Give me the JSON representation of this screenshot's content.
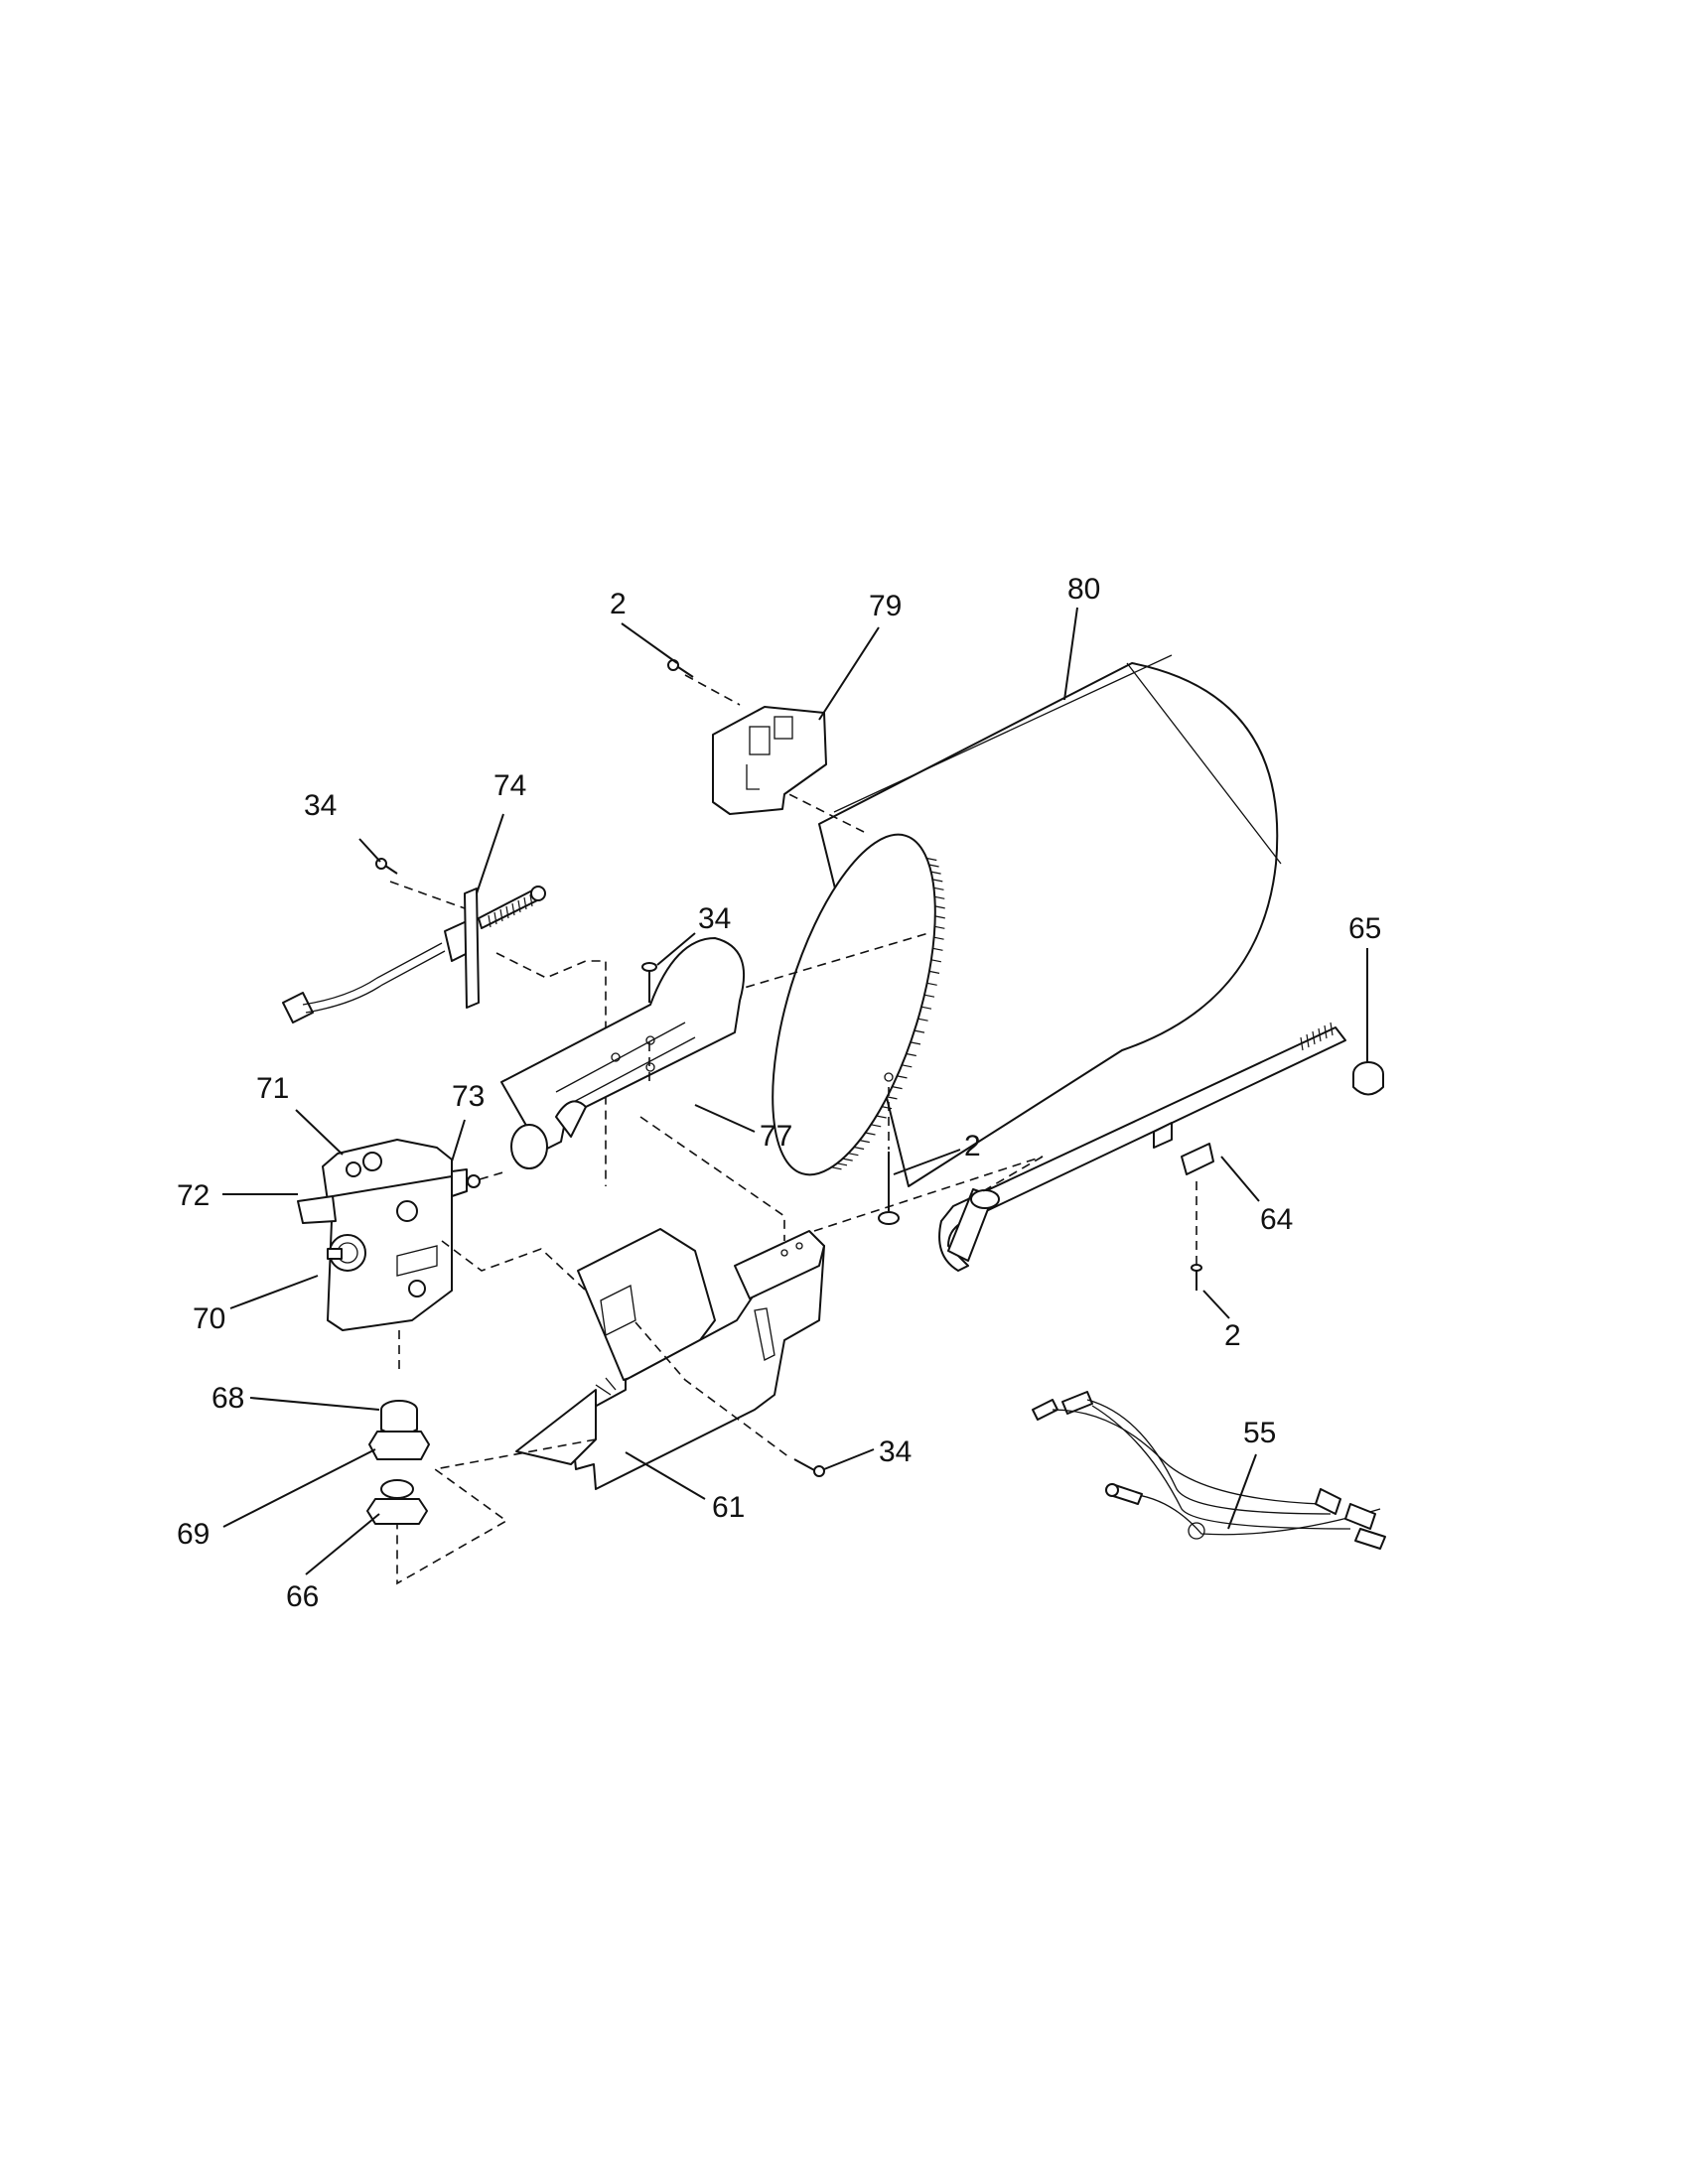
{
  "labels": {
    "p2_a": "2",
    "p79": "79",
    "p80": "80",
    "p34_a": "34",
    "p74": "74",
    "p34_b": "34",
    "p65": "65",
    "p71": "71",
    "p73": "73",
    "p77": "77",
    "p2_b": "2",
    "p72": "72",
    "p64": "64",
    "p70": "70",
    "p2_c": "2",
    "p68": "68",
    "p55": "55",
    "p34_c": "34",
    "p69": "69",
    "p61": "61",
    "p66": "66"
  }
}
